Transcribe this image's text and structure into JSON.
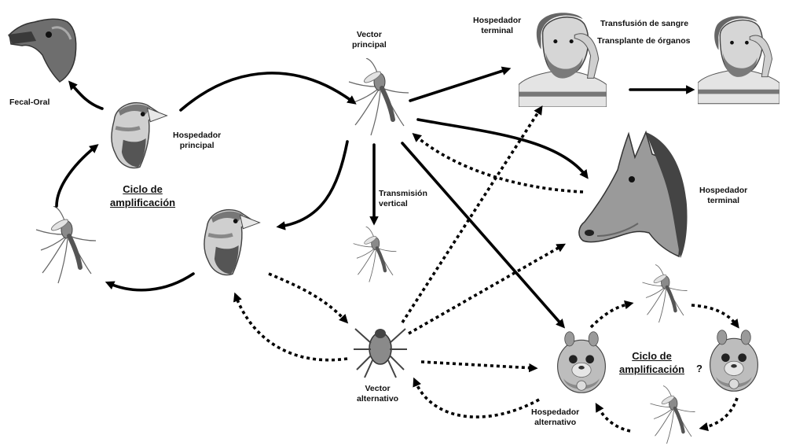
{
  "labels": {
    "fecal_oral": "Fecal-Oral",
    "hospedador_principal": [
      "Hospedador",
      "principal"
    ],
    "ciclo_amplificacion_main": [
      "Ciclo de",
      "amplificación"
    ],
    "vector_principal": [
      "Vector",
      "principal"
    ],
    "transmision_vertical": [
      "Transmisión",
      "vertical"
    ],
    "hospedador_terminal_human": [
      "Hospedador",
      "terminal"
    ],
    "transfusion": "Transfusión de sangre",
    "transplante": "Transplante de órganos",
    "hospedador_terminal_horse": [
      "Hospedador",
      "terminal"
    ],
    "vector_alternativo": [
      "Vector",
      "alternativo"
    ],
    "hospedador_alternativo": [
      "Hospedador",
      "alternativo"
    ],
    "ciclo_amplificacion_alt": [
      "Ciclo de",
      "amplificación"
    ],
    "question_mark": "?"
  },
  "colors": {
    "ink": "#000000",
    "background": "#ffffff",
    "sketch_mid": "#8a8a8a",
    "sketch_light": "#d9d9d9"
  },
  "icons": [
    "crow-icon",
    "finch-icon",
    "mosquito-icon",
    "human-icon",
    "horse-icon",
    "tick-icon",
    "squirrel-icon"
  ]
}
